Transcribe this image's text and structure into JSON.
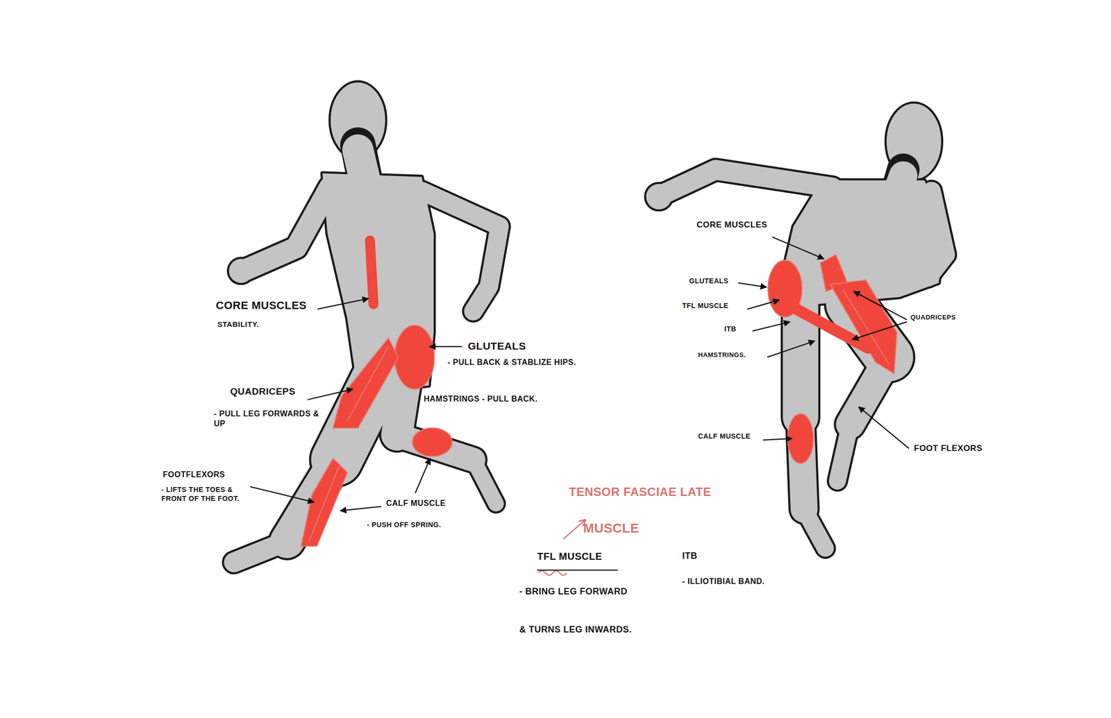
{
  "diagram": {
    "labels": [
      "CORE MUSCLES",
      "STABILITY.",
      "GLUTEALS",
      "- PULL BACK & STABLIZE HIPS.",
      "QUADRICEPS",
      "- PULL LEG FORWARDS & UP",
      "HAMSTRINGS - PULL BACK.",
      "FOOTFLEXORS",
      "- LIFTS THE TOES & FRONT OF THE FOOT.",
      "CALF MUSCLE",
      "- PUSH OFF SPRING.",
      "CORE MUSCLES",
      "GLUTEALS",
      "TFL MUSCLE",
      "ITB",
      "HAMSTRINGS.",
      "QUADRICEPS",
      "CALF MUSCLE",
      "FOOT FLEXORS",
      "TENSOR FASCIAE LATE",
      "MUSCLE",
      "TFL MUSCLE",
      "ITB",
      "- ILLIOTIBIAL BAND.",
      "- BRING LEG FORWARD",
      "& TURNS LEG INWARDS."
    ]
  }
}
